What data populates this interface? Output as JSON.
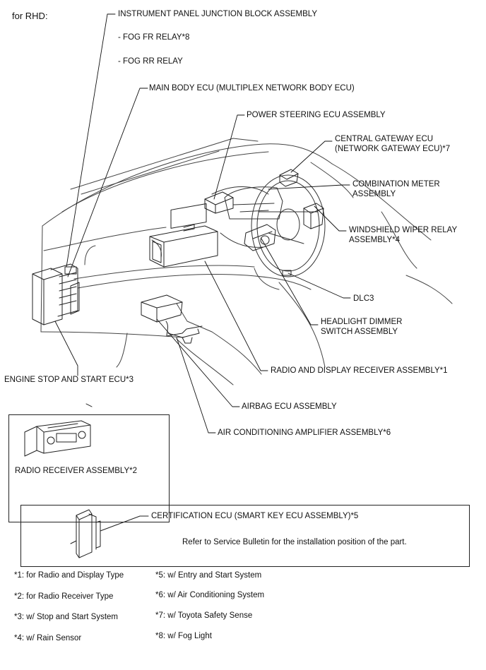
{
  "header": "for RHD:",
  "labels": {
    "ipjb": "INSTRUMENT PANEL JUNCTION BLOCK ASSEMBLY",
    "fog_fr": "- FOG FR RELAY*8",
    "fog_rr": "- FOG RR RELAY",
    "main_body": "MAIN BODY ECU (MULTIPLEX NETWORK BODY ECU)",
    "power_steering": "POWER STEERING ECU ASSEMBLY",
    "gateway_1": "CENTRAL GATEWAY ECU",
    "gateway_2": "(NETWORK GATEWAY ECU)*7",
    "meter_1": "COMBINATION METER",
    "meter_2": "ASSEMBLY",
    "wiper_1": "WINDSHIELD WIPER RELAY",
    "wiper_2": "ASSEMBLY*4",
    "dlc3": "DLC3",
    "headlight_1": "HEADLIGHT DIMMER",
    "headlight_2": "SWITCH ASSEMBLY",
    "engine_stop": "ENGINE STOP AND START ECU*3",
    "radio_display": "RADIO AND DISPLAY RECEIVER ASSEMBLY*1",
    "airbag": "AIRBAG ECU ASSEMBLY",
    "aircon": "AIR CONDITIONING AMPLIFIER ASSEMBLY*6",
    "radio_receiver": "RADIO RECEIVER ASSEMBLY*2",
    "certification": "CERTIFICATION ECU (SMART KEY ECU ASSEMBLY)*5",
    "refer": "Refer to Service Bulletin for the installation position of the part."
  },
  "footnotes": [
    "*1: for Radio and Display Type",
    "*2: for Radio Receiver Type",
    "*3: w/ Stop and Start System",
    "*4: w/ Rain Sensor",
    "*5: w/ Entry and Start System",
    "*6: w/ Air Conditioning System",
    "*7: w/ Toyota Safety Sense",
    "*8: w/ Fog Light"
  ]
}
